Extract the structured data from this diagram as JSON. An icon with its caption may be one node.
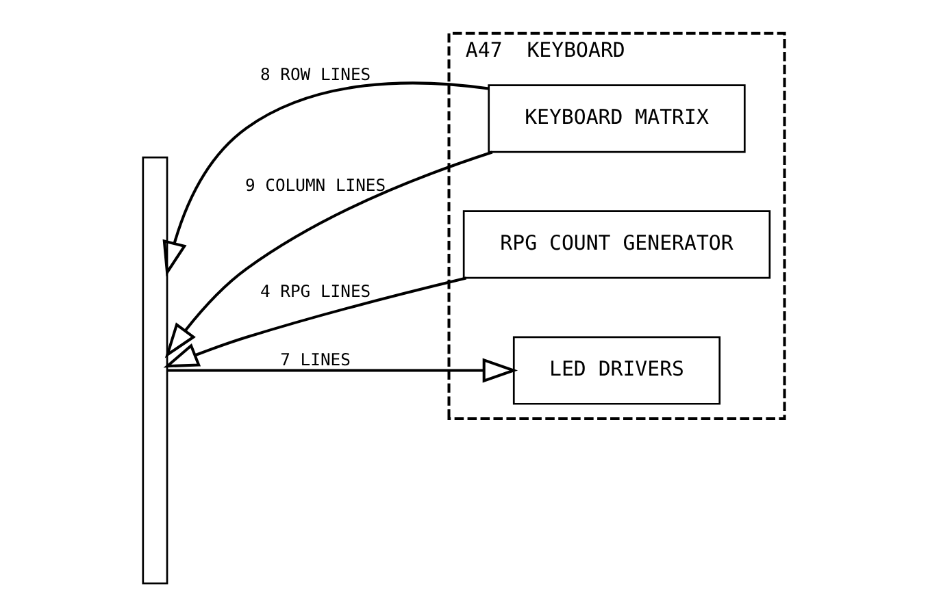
{
  "diagram": {
    "nodes": [
      {
        "text": [
          "A47",
          "KEYBOARD"
        ]
      },
      {
        "text": [
          "KEYBOARD MATRIX"
        ],
        "in": 0
      },
      {
        "text": [
          "RPG COUNT GENERATOR"
        ],
        "in": 0
      },
      {
        "text": [
          "LED DRIVERS"
        ],
        "in": 0
      },
      {
        "text": [],
        "shape": "bar"
      }
    ],
    "edges": [
      {
        "from": 1,
        "to": 4,
        "arrow": "to",
        "label": "8 ROW LINES"
      },
      {
        "from": 1,
        "to": 4,
        "arrow": "to",
        "label": "9 COLUMN LINES"
      },
      {
        "from": 2,
        "to": 4,
        "arrow": "to",
        "label": "4 RPG LINES"
      },
      {
        "from": 4,
        "to": 3,
        "arrow": "to",
        "label": "7 LINES"
      }
    ]
  }
}
